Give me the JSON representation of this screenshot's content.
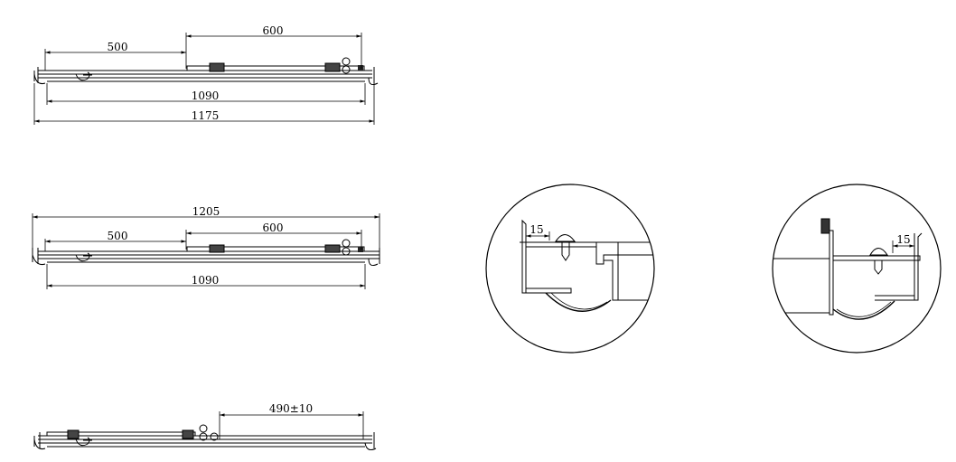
{
  "drawings": {
    "closed_layout": {
      "dim_fixed_panel": "500",
      "dim_sliding_panel": "600",
      "dim_inner": "1090",
      "dim_overall": "1175"
    },
    "open_layout": {
      "dim_overall": "1205",
      "dim_fixed_panel": "500",
      "dim_sliding_panel": "600",
      "dim_inner": "1090"
    },
    "opening_layout": {
      "dim_opening": "490±10"
    },
    "detail_left": {
      "dim_gap": "15"
    },
    "detail_right": {
      "dim_gap": "15"
    }
  }
}
